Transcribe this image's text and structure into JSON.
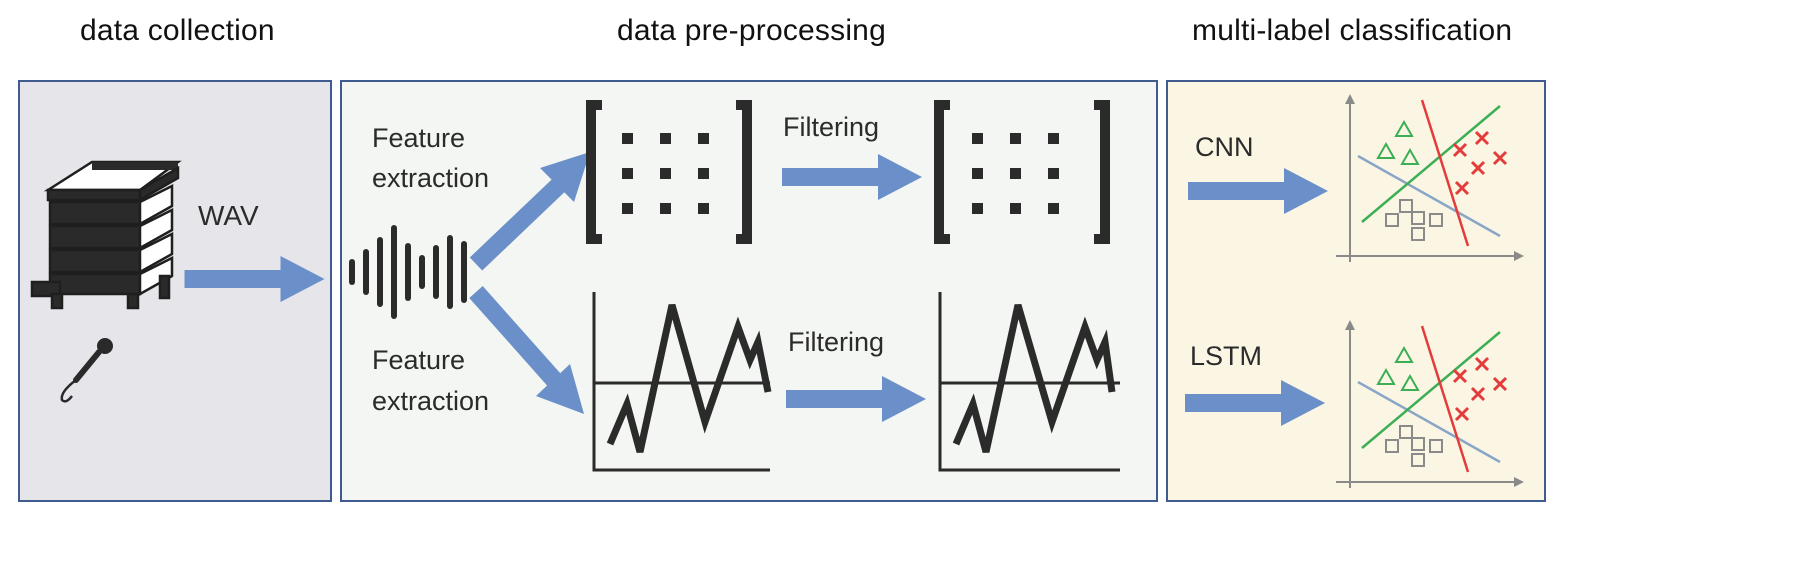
{
  "headings": {
    "collection": "data collection",
    "preprocessing": "data pre-processing",
    "classification": "multi-label classification"
  },
  "collection": {
    "format_label": "WAV",
    "icons": [
      "beehive-icon",
      "microphone-icon"
    ]
  },
  "preprocessing": {
    "feature_extraction_top": [
      "Feature",
      "extraction"
    ],
    "feature_extraction_bottom": [
      "Feature",
      "extraction"
    ],
    "filtering_top": "Filtering",
    "filtering_bottom": "Filtering",
    "icons": [
      "waveform-icon",
      "matrix-icon",
      "line-chart-icon"
    ]
  },
  "classification": {
    "model_top": "CNN",
    "model_bottom": "LSTM",
    "icons": [
      "scatter-classification-icon"
    ]
  },
  "colors": {
    "panel_border": "#3f5b8f",
    "collection_bg": "#e6e5ea",
    "preprocessing_bg": "#f3f6f2",
    "classification_bg": "#fbf6e4",
    "arrow": "#6a8fc9",
    "triangle_class": "#3cae54",
    "cross_class": "#e43b3b",
    "square_class": "#8a8a8a",
    "line_red": "#e43b3b",
    "line_green": "#3cae54",
    "line_blue": "#8aa5c6"
  }
}
